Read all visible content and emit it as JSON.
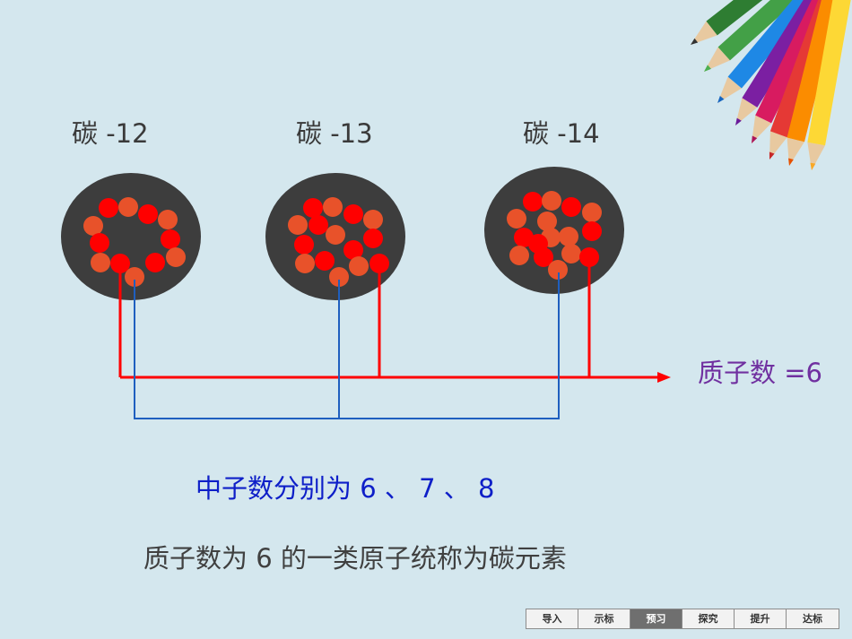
{
  "isotopes": [
    {
      "name": "碳 -12"
    },
    {
      "name": "碳 -13"
    },
    {
      "name": "碳 -14"
    }
  ],
  "proton_label": "质子数 =6",
  "neutron_label": "中子数分别为 6 、 7 、 8",
  "conclusion": "质子数为 6 的一类原子统称为碳元素",
  "colors": {
    "background": "#d4e7ee",
    "nucleus": "#3d3d3d",
    "proton": "#ff0000",
    "neutron": "#e8522a",
    "proton_line": "#ff0000",
    "neutron_line": "#1f5fbf",
    "proton_label": "#7030a0",
    "neutron_label": "#0e1fc8"
  },
  "nav": {
    "items": [
      {
        "label": "导入"
      },
      {
        "label": "示标"
      },
      {
        "label": "预习",
        "active": true
      },
      {
        "label": "探究"
      },
      {
        "label": "提升"
      },
      {
        "label": "达标"
      }
    ]
  }
}
